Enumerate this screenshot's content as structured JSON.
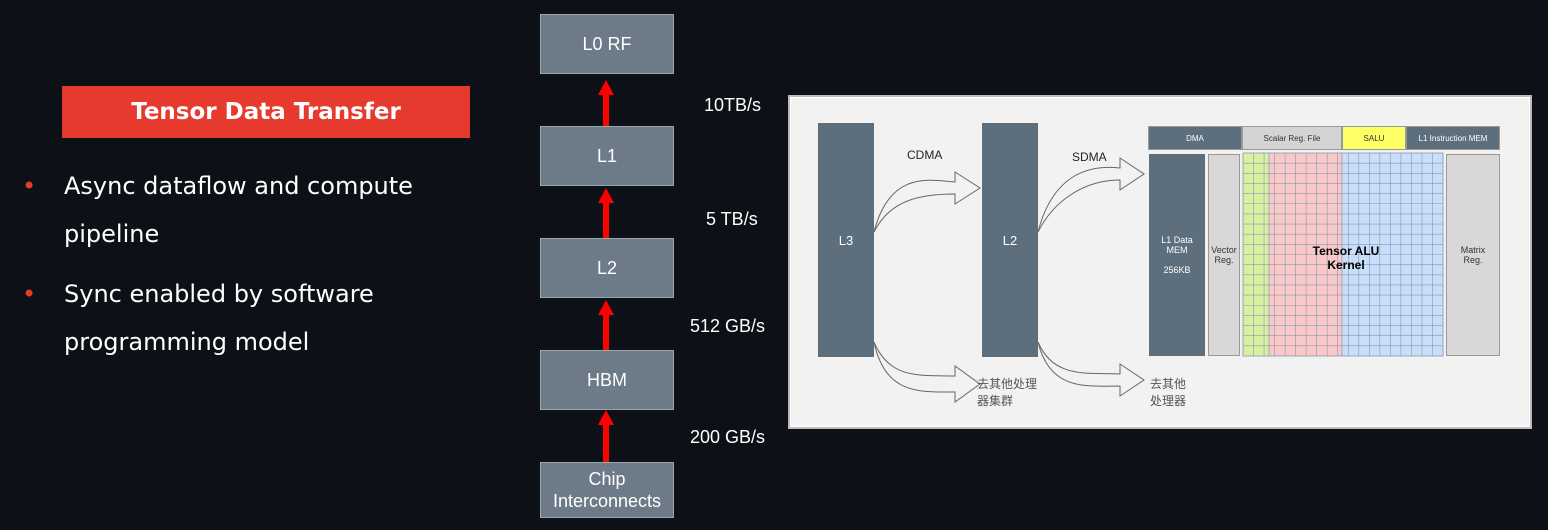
{
  "title": "Tensor Data Transfer",
  "bullets": [
    "Async dataflow and compute pipeline",
    "Sync enabled by software programming model"
  ],
  "hierarchy": [
    {
      "label": "L0 RF"
    },
    {
      "label": "L1"
    },
    {
      "label": "L2"
    },
    {
      "label": "HBM"
    },
    {
      "label": "Chip Interconnects"
    }
  ],
  "bandwidths": [
    "10TB/s",
    "5 TB/s",
    "512 GB/s",
    "200 GB/s"
  ],
  "diagram": {
    "l3": "L3",
    "l2": "L2",
    "cdma": "CDMA",
    "sdma": "SDMA",
    "other_cluster": "去其他处理器集群",
    "other_proc": "去其他处理器",
    "header": {
      "dma": "DMA",
      "scalar": "Scalar Reg. File",
      "salu": "SALU",
      "l1_imem": "L1 Instruction MEM"
    },
    "l1_data": "L1 Data MEM",
    "l1_size": "256KB",
    "vector_reg": "Vector Reg.",
    "tensor_alu": "Tensor ALU Kernel",
    "matrix_reg": "Matrix Reg."
  },
  "colors": {
    "accent": "#e53a2d",
    "arrow": "#ff0000",
    "block": "#6d7b88"
  }
}
